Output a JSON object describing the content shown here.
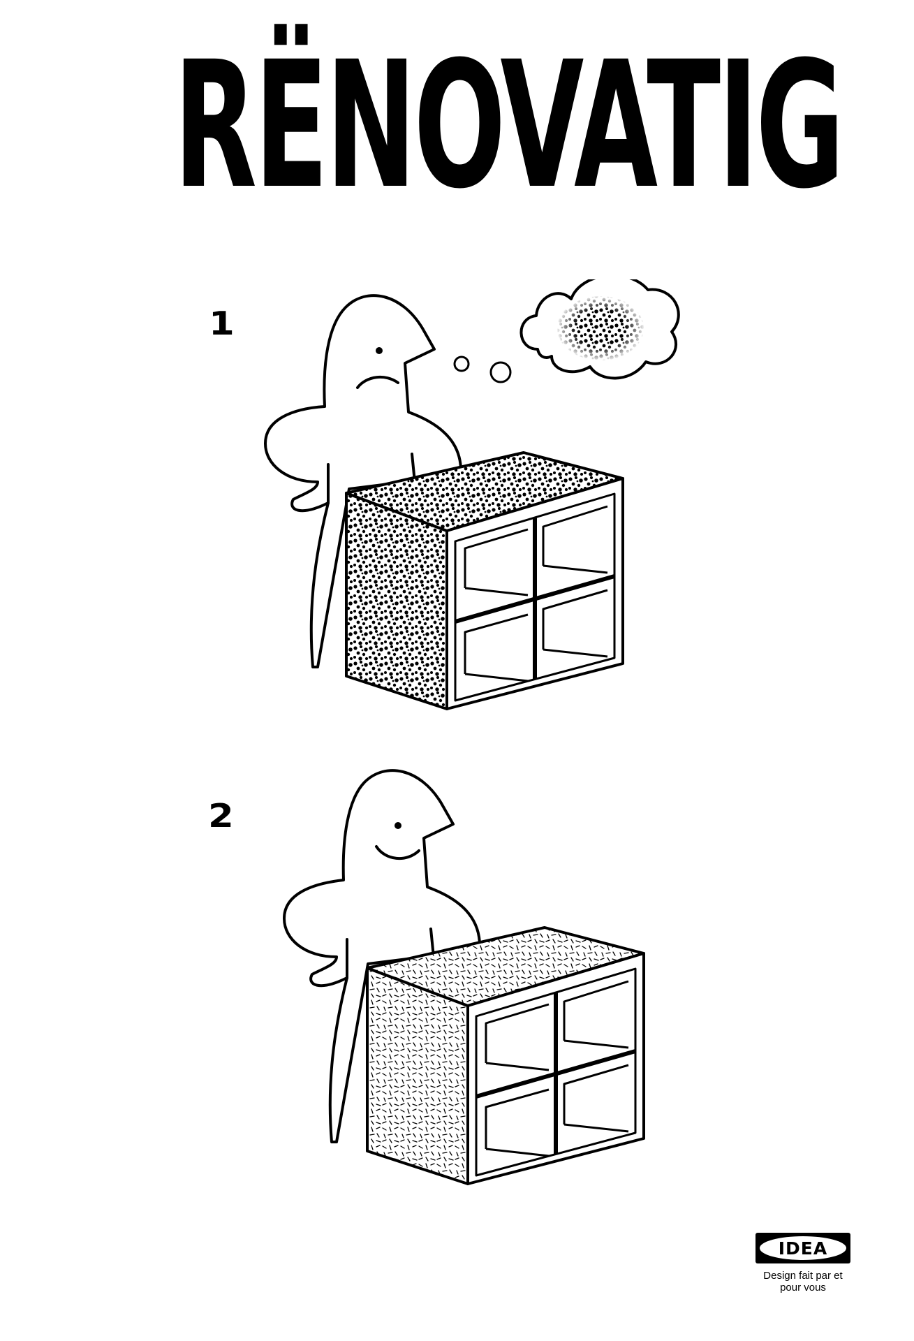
{
  "title": "RËNOVATIG",
  "steps": [
    {
      "number": "1",
      "mood": "sad",
      "surface": "dark speckled"
    },
    {
      "number": "2",
      "mood": "happy",
      "surface": "light dashed"
    }
  ],
  "logo": {
    "text": "IDEA",
    "tagline_line1": "Design fait par et",
    "tagline_line2": "pour vous"
  },
  "colors": {
    "ink": "#000000",
    "paper": "#ffffff"
  }
}
